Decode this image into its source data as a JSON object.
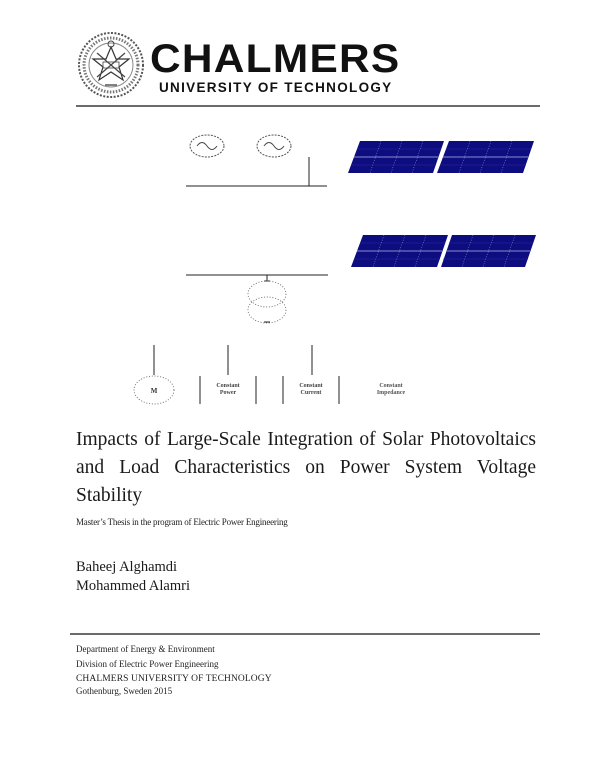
{
  "header": {
    "logo_icon": "chalmers-seal-icon",
    "brand_name": "CHALMERS",
    "brand_subtitle": "UNIVERSITY OF TECHNOLOGY"
  },
  "diagram": {
    "generators": [
      "generator-1",
      "generator-2"
    ],
    "solar_panel_color": "#0d0d80",
    "transformer": "two-winding-transformer",
    "loads": [
      {
        "symbol": "M"
      },
      {
        "label_line1": "Constant",
        "label_line2": "Power"
      },
      {
        "label_line1": "Constant",
        "label_line2": "Current"
      },
      {
        "label_line1": "Constant",
        "label_line2": "Impedance"
      }
    ]
  },
  "thesis": {
    "title": "Impacts of Large-Scale Integration of Solar Photovoltaics and Load Characteristics on Power System Voltage Stability",
    "subtitle": "Master’s Thesis in the program of Electric Power Engineering",
    "authors": [
      "Baheej Alghamdi",
      "Mohammed Alamri"
    ]
  },
  "footer": {
    "department": "Department of Energy & Environment",
    "division": "Division of Electric Power Engineering",
    "university": "CHALMERS UNIVERSITY OF TECHNOLOGY",
    "location_year": "Gothenburg, Sweden 2015"
  }
}
